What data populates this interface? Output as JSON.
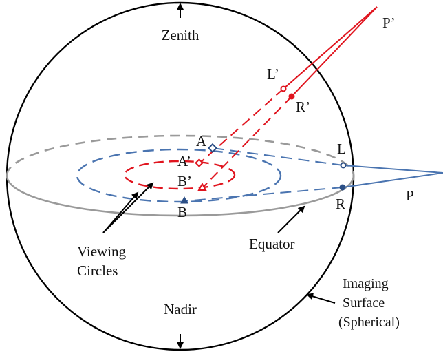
{
  "labels": {
    "zenith": "Zenith",
    "nadir": "Nadir",
    "p_prime": "P’",
    "l_prime": "L’",
    "r_prime": "R’",
    "a": "A",
    "a_prime": "A’",
    "b_prime": "B’",
    "b": "B",
    "l": "L",
    "r": "R",
    "p": "P",
    "viewing_circles_line1": "Viewing",
    "viewing_circles_line2": "Circles",
    "equator": "Equator",
    "imaging_line1": "Imaging",
    "imaging_line2": "Surface",
    "imaging_line3": "(Spherical)"
  },
  "colors": {
    "sphere": "#000000",
    "equator_front": "#9a9a9a",
    "equator_back": "#9a9a9a",
    "blue": "#4a74b0",
    "blue_dark": "#2c4f86",
    "red": "#e0141e"
  }
}
